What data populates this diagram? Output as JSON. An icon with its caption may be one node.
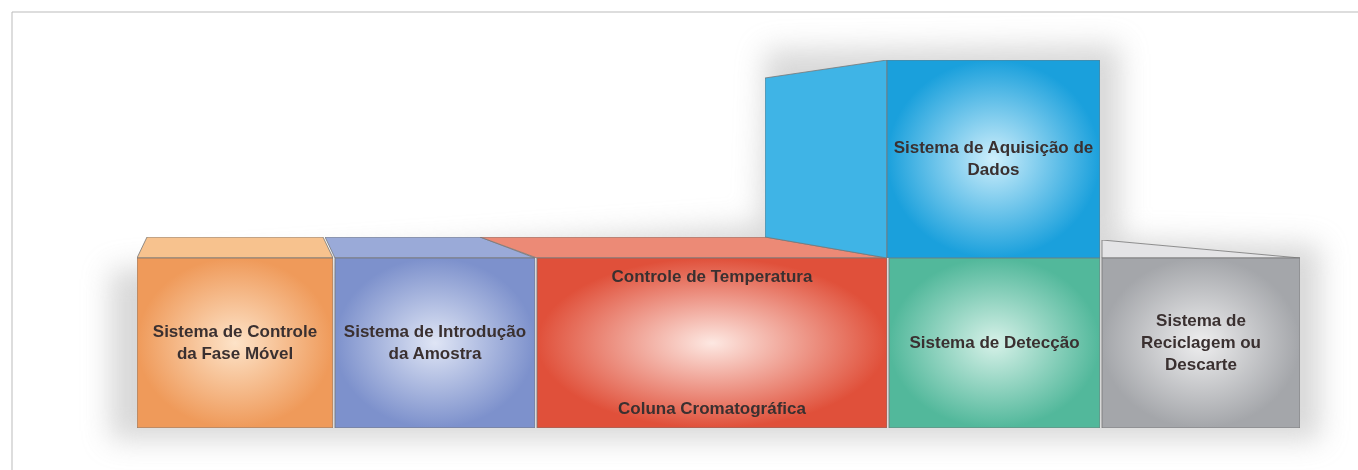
{
  "diagram": {
    "nodes": [
      {
        "text": [
          "Sistema de Controle da Fase Móvel"
        ]
      },
      {
        "text": [
          "Sistema de Introdução da Amostra"
        ]
      },
      {
        "text": [
          "Controle de Temperatura",
          "Coluna Cromatográfica"
        ]
      },
      {
        "text": [
          "Sistema de Aquisição de Dados"
        ]
      },
      {
        "text": [
          "Sistema de Detecção"
        ]
      },
      {
        "text": [
          "Sistema de Reciclagem ou Descarte"
        ]
      }
    ]
  }
}
